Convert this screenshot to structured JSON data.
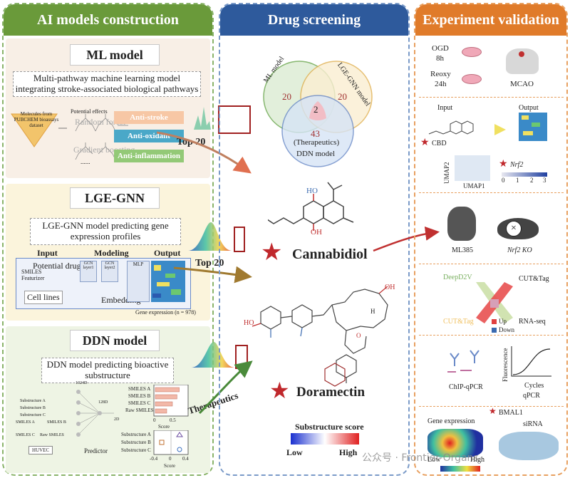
{
  "headers": {
    "ai_models": "AI models construction",
    "drug_screening": "Drug screening",
    "experiment_validation": "Experiment validation"
  },
  "ml": {
    "title": "ML model",
    "desc": "Multi-pathway machine learning model integrating stroke-associated biological pathways",
    "molecules_label": "Molecules from PUBCHEM bioassays dataset",
    "potential_effects": "Potential effects",
    "random_forest": "Random forest",
    "gradient_boosting": "Gradient boosting",
    "dots": "......",
    "effects": [
      "Anti-stroke",
      "Anti-oxidant",
      "Anti-inflammation"
    ],
    "top": "Top 20"
  },
  "lge": {
    "title": "LGE-GNN",
    "desc": "LGE-GNN model predicting gene expression profiles",
    "input": "Input",
    "modeling": "Modeling",
    "output": "Output",
    "potential_drug": "Potential drug",
    "smiles_featurizer": "SMILES Featurizer",
    "cell_lines": "Cell lines",
    "gcn1": "GCN layer1",
    "gcn2": "GCN layer2",
    "embedding": "Embedding",
    "mlp": "MLP",
    "gene_expression_n": "Gene expression (n = 978)",
    "top": "Top 20"
  },
  "ddn": {
    "title": "DDN model",
    "desc": "DDN model predicting bioactive substructure",
    "substructures": [
      "Substructure A",
      "Substructure B",
      "Substructure C",
      "SMILES A",
      "SMILES B",
      "SMILES C",
      "Raw SMILES"
    ],
    "huvec": "HUVEC",
    "predictor": "Predictor",
    "dim_1024": "1024D",
    "dim_128": "128D",
    "dim_2": "2D",
    "bar_labels": [
      "SMILES A",
      "SMILES B",
      "SMILES C",
      "Raw SMILES"
    ],
    "bar_values": [
      0.42,
      0.38,
      0.3,
      0.2
    ],
    "bar_ticks": [
      "0",
      "0.5"
    ],
    "score": "Score",
    "sub_labels": [
      "Substructure A",
      "Substructure B",
      "Substructure C"
    ],
    "sub_ticks": [
      "-0.4",
      "0",
      "0.4"
    ],
    "therapeutics": "Therapeutics"
  },
  "venn": {
    "ml": "ML model",
    "lge": "LGE-GNN model",
    "ddn": "DDN model",
    "ml_count": "20",
    "lge_count": "20",
    "center_count": "2",
    "ddn_count": "43",
    "ddn_note": "(Therapeutics)"
  },
  "drugs": {
    "cannabidiol": "Cannabidiol",
    "doramectin": "Doramectin",
    "ho": "HO",
    "oh": "OH",
    "o": "O",
    "h": "H"
  },
  "score_bar": {
    "title": "Substructure score",
    "low": "Low",
    "high": "High"
  },
  "exp": {
    "ogd": "OGD",
    "ogd_time": "8h",
    "reoxy": "Reoxy",
    "reoxy_time": "24h",
    "mcao": "MCAO",
    "input": "Input",
    "output": "Output",
    "cbd": "CBD",
    "umap2": "UMAP2",
    "umap1": "UMAP1",
    "nrf2": "Nrf2",
    "scale": [
      "0",
      "1",
      "2",
      "3"
    ],
    "ml385": "ML385",
    "nrf2_ko": "Nrf2 KO",
    "deepd2v": "DeepD2V",
    "cut_tag_top": "CUT&Tag",
    "cut_tag_left": "CUT&Tag",
    "rna_seq": "RNA-seq",
    "up": "Up",
    "down": "Down",
    "chip_qpcr": "ChIP-qPCR",
    "fluorescence": "Fluorescence",
    "cycles": "Cycles",
    "qpcr": "qPCR",
    "bmal1": "BMAL1",
    "gene_expression": "Gene expression",
    "sirna": "siRNA",
    "low": "Low",
    "high": "High"
  },
  "watermark": "公众号 · Frontier-Organs",
  "colors": {
    "green": "#6a9a3a",
    "blue": "#2e5a9c",
    "orange": "#e07b2a",
    "red_star": "#c0282c"
  }
}
